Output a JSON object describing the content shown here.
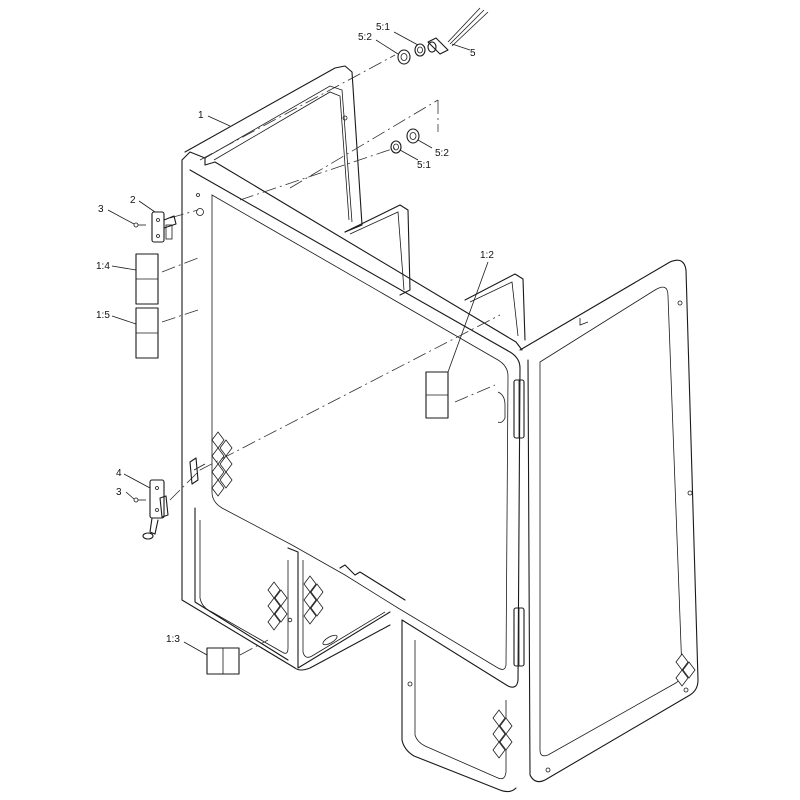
{
  "callouts": [
    {
      "id": "c1",
      "text": "1"
    },
    {
      "id": "c12",
      "text": "1:2"
    },
    {
      "id": "c13",
      "text": "1:3"
    },
    {
      "id": "c14",
      "text": "1:4"
    },
    {
      "id": "c15",
      "text": "1:5"
    },
    {
      "id": "c2",
      "text": "2"
    },
    {
      "id": "c3a",
      "text": "3"
    },
    {
      "id": "c3b",
      "text": "3"
    },
    {
      "id": "c4",
      "text": "4"
    },
    {
      "id": "c5",
      "text": "5"
    },
    {
      "id": "c51a",
      "text": "5:1"
    },
    {
      "id": "c52a",
      "text": "5:2"
    },
    {
      "id": "c51b",
      "text": "5:1"
    },
    {
      "id": "c52b",
      "text": "5:2"
    }
  ]
}
